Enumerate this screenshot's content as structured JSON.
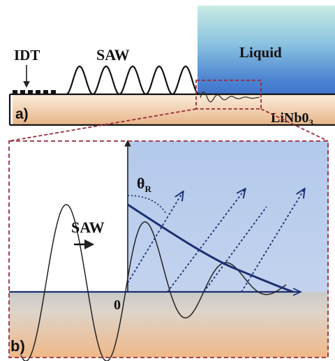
{
  "panel_a": {
    "label": "a)",
    "idt_label": "IDT",
    "saw_label": "SAW",
    "liquid_label": "Liquid",
    "substrate_label_main": "LiNb0",
    "substrate_label_sub": "3"
  },
  "panel_b": {
    "label": "b)",
    "saw_label": "SAW",
    "origin_label": "0",
    "angle_label_main": "θ",
    "angle_label_sub": "R"
  },
  "colors": {
    "substrate_top": "#f3ddc2",
    "substrate_bottom": "#e8b58a",
    "liquid_top": "#b8e0dc",
    "liquid_mid": "#5c8fd4",
    "liquid_bottom": "#2f63c7",
    "liquid_b": "#b9cdeb",
    "zoom_box": "#9b2b3a",
    "curve": "#1c2f70"
  }
}
